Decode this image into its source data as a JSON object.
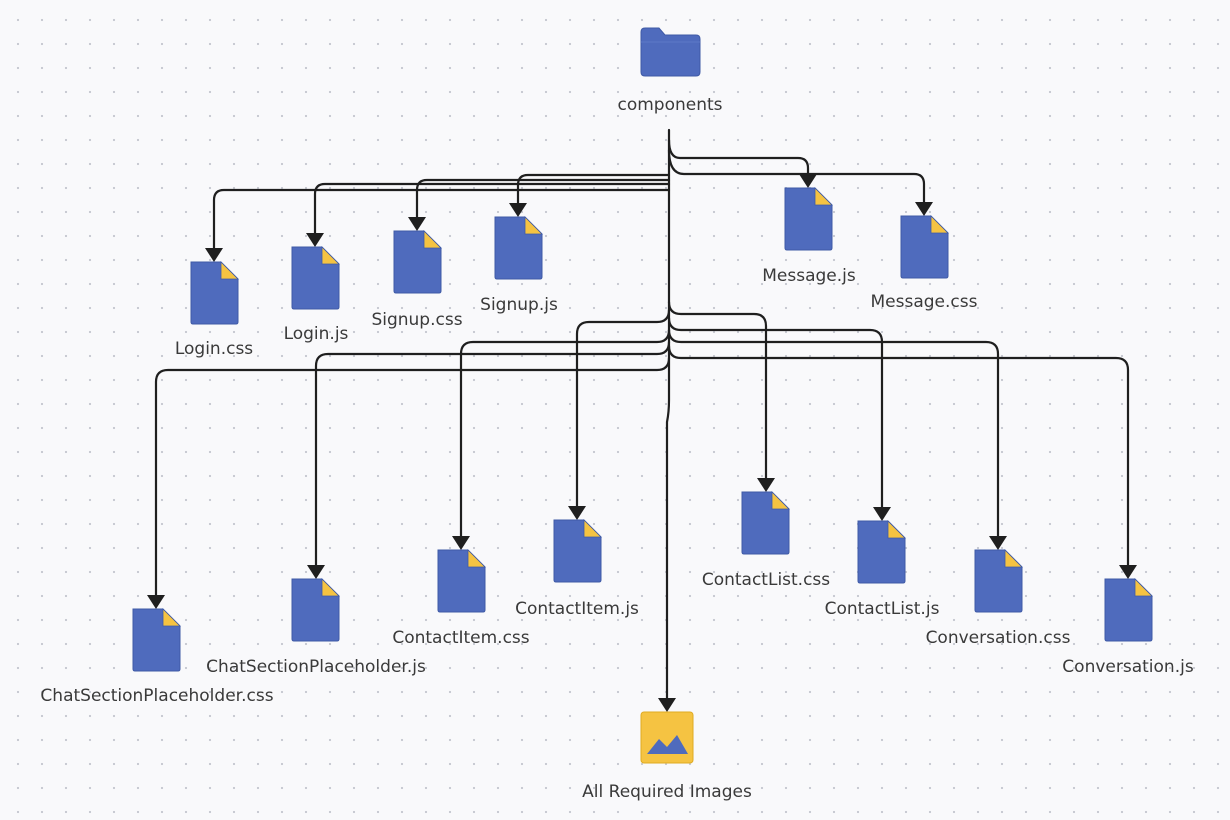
{
  "diagram": {
    "root": {
      "label": "components",
      "icon": "folder-icon"
    },
    "files": [
      {
        "id": "login-css",
        "label": "Login.css",
        "icon": "file-icon"
      },
      {
        "id": "login-js",
        "label": "Login.js",
        "icon": "file-icon"
      },
      {
        "id": "signup-css",
        "label": "Signup.css",
        "icon": "file-icon"
      },
      {
        "id": "signup-js",
        "label": "Signup.js",
        "icon": "file-icon"
      },
      {
        "id": "message-js",
        "label": "Message.js",
        "icon": "file-icon"
      },
      {
        "id": "message-css",
        "label": "Message.css",
        "icon": "file-icon"
      },
      {
        "id": "chatsectionplaceholder-css",
        "label": "ChatSectionPlaceholder.css",
        "icon": "file-icon"
      },
      {
        "id": "chatsectionplaceholder-js",
        "label": "ChatSectionPlaceholder.js",
        "icon": "file-icon"
      },
      {
        "id": "contactitem-css",
        "label": "ContactItem.css",
        "icon": "file-icon"
      },
      {
        "id": "contactitem-js",
        "label": "ContactItem.js",
        "icon": "file-icon"
      },
      {
        "id": "contactlist-css",
        "label": "ContactList.css",
        "icon": "file-icon"
      },
      {
        "id": "contactlist-js",
        "label": "ContactList.js",
        "icon": "file-icon"
      },
      {
        "id": "conversation-css",
        "label": "Conversation.css",
        "icon": "file-icon"
      },
      {
        "id": "conversation-js",
        "label": "Conversation.js",
        "icon": "file-icon"
      }
    ],
    "images": {
      "label": "All Required Images",
      "icon": "image-icon"
    },
    "colors": {
      "icon_blue": "#4f6bbd",
      "icon_fold": "#f5c342",
      "image_bg": "#f5c342",
      "connector": "#1f1f1f",
      "text": "#3a3a3a"
    }
  }
}
